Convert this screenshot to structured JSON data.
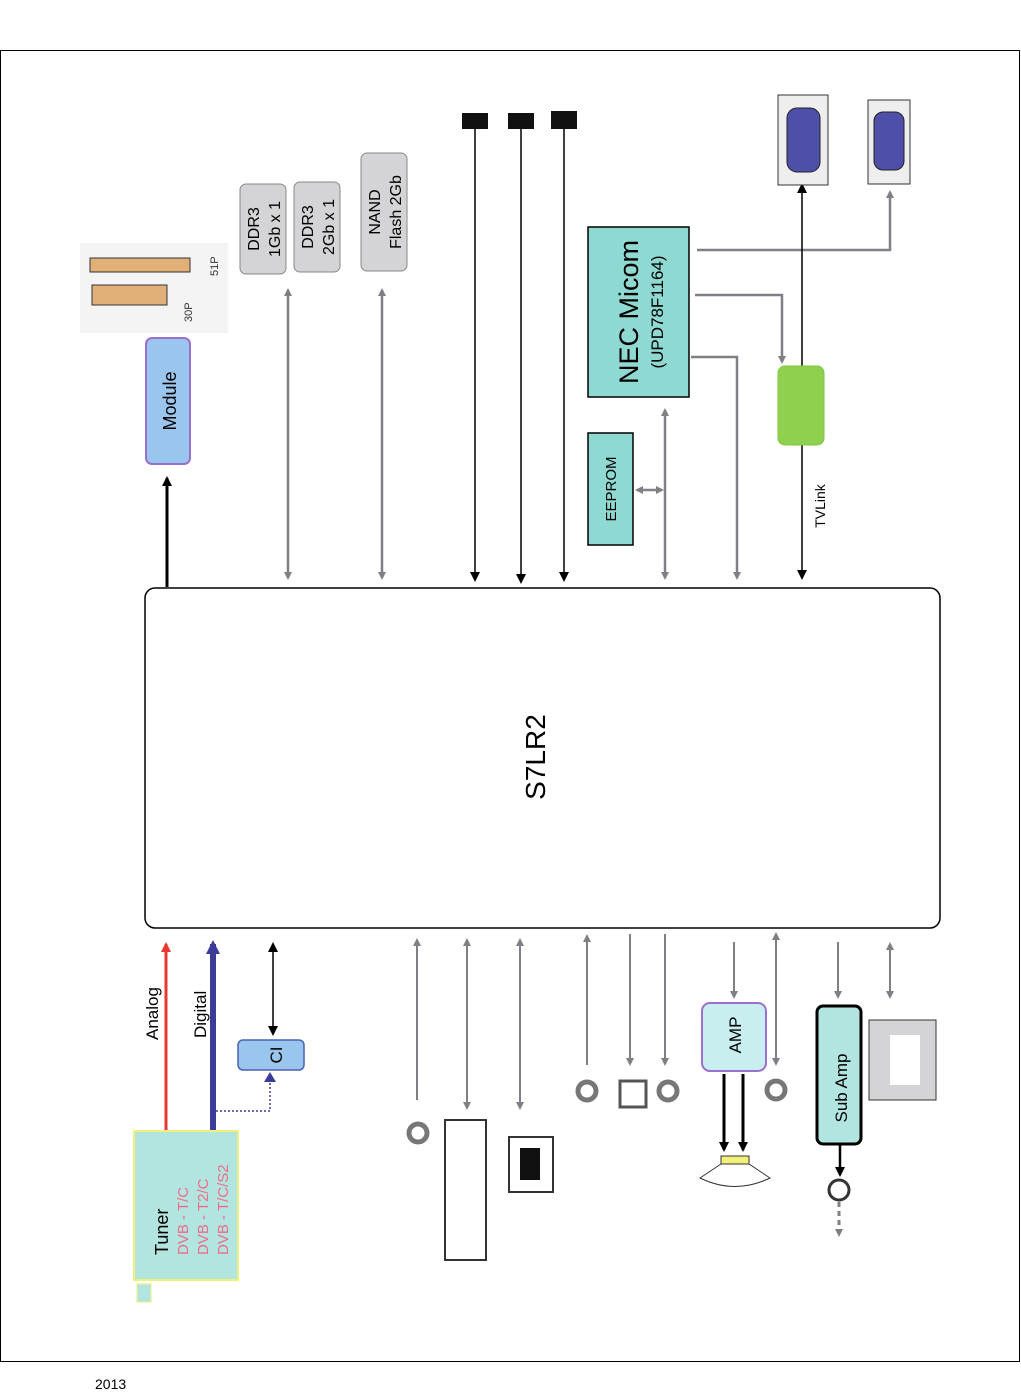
{
  "colors": {
    "line_gray": "#7f8086",
    "analog": "#e8392f",
    "digital": "#3d3b98",
    "teal": "#8fd9d3",
    "light_teal": "#b2e5e0",
    "blue_box": "#9ac5ec",
    "green": "#8fd14f",
    "gray_box": "#d4d4d6"
  },
  "main_chip": {
    "label": "S7LR2"
  },
  "module": {
    "label": "Module",
    "connector_30p": "30P",
    "connector_51p": "51P"
  },
  "memory": [
    {
      "line1": "DDR3",
      "line2": "1Gb x 1"
    },
    {
      "line1": "DDR3",
      "line2": "2Gb x 1"
    },
    {
      "line1": "NAND",
      "line2": "Flash 2Gb"
    }
  ],
  "micom": {
    "line1": "NEC Micom",
    "line2": "(UPD78F1164)"
  },
  "eeprom": {
    "label": "EEPROM"
  },
  "tvlink": {
    "label": "TVLink"
  },
  "tuner": {
    "label": "Tuner",
    "standards": [
      "DVB - T/C",
      "DVB - T2/C",
      "DVB - T/C/S2"
    ]
  },
  "signals": {
    "analog": "Analog",
    "digital": "Digital"
  },
  "ci": {
    "label": "CI"
  },
  "amp": {
    "label": "AMP"
  },
  "sub_amp": {
    "label": "Sub Amp"
  },
  "footer": {
    "year": "2013"
  }
}
